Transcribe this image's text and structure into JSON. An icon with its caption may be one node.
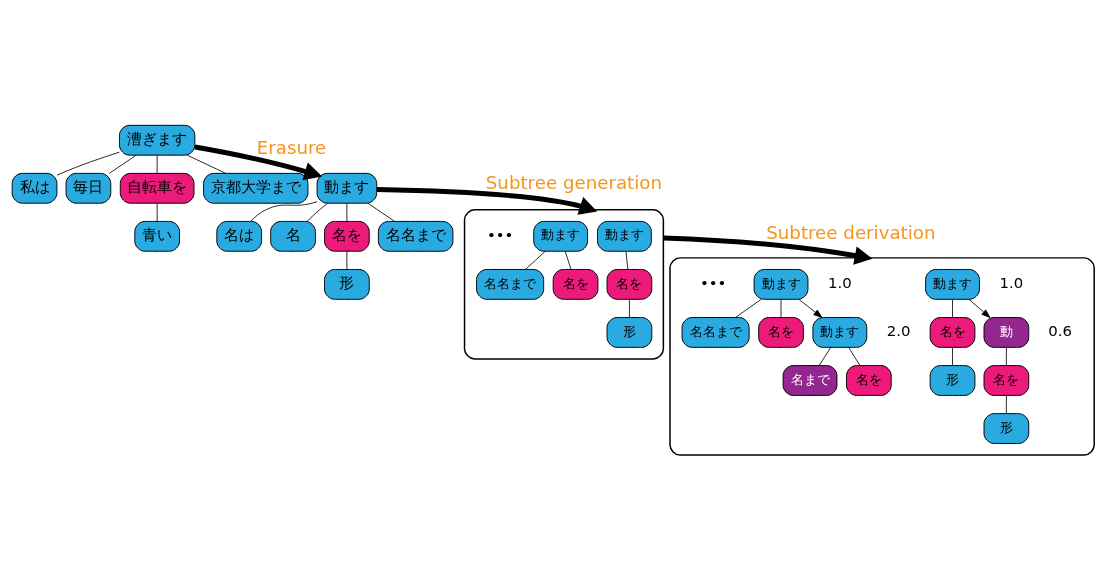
{
  "diagram": {
    "nodes": [
      {
        "text": [
          "漕ぎます"
        ]
      },
      {
        "text": [
          "私は"
        ]
      },
      {
        "text": [
          "毎日"
        ]
      },
      {
        "text": [
          "自転車を"
        ]
      },
      {
        "text": [
          "京都大学まで"
        ]
      },
      {
        "text": [
          "青い"
        ]
      },
      {
        "text": [
          "動ます"
        ]
      },
      {
        "text": [
          "名は"
        ]
      },
      {
        "text": [
          "名"
        ]
      },
      {
        "text": [
          "名を"
        ]
      },
      {
        "text": [
          "名名まで"
        ]
      },
      {
        "text": [
          "形"
        ]
      },
      {
        "text": [],
        "shape": "cloud"
      },
      {
        "text": [
          "動ます"
        ],
        "in": 12
      },
      {
        "text": [
          "名を"
        ],
        "in": 12
      },
      {
        "text": [
          "形"
        ],
        "in": 12
      },
      {
        "text": [
          "動ます"
        ],
        "in": 12
      },
      {
        "text": [
          "名名まで"
        ],
        "in": 12
      },
      {
        "text": [
          "名を"
        ],
        "in": 12
      },
      {
        "text": [],
        "shape": "cloud"
      },
      {
        "text": [
          "動ます"
        ],
        "in": 19,
        "beside": [
          "1.0"
        ]
      },
      {
        "text": [
          "名を"
        ],
        "in": 19
      },
      {
        "text": [
          "形"
        ],
        "in": 19
      },
      {
        "text": [
          "動"
        ],
        "in": 19,
        "beside": [
          "0.6"
        ]
      },
      {
        "text": [
          "名を"
        ],
        "in": 19
      },
      {
        "text": [
          "形"
        ],
        "in": 19
      },
      {
        "text": [
          "動ます"
        ],
        "in": 19,
        "beside": [
          "2.0"
        ]
      },
      {
        "text": [
          "名まで"
        ],
        "in": 19
      },
      {
        "text": [
          "名を"
        ],
        "in": 19
      },
      {
        "text": [
          "動ます"
        ],
        "in": 19,
        "beside": [
          "1.0"
        ]
      },
      {
        "text": [
          "名名まで"
        ],
        "in": 19
      },
      {
        "text": [
          "名を"
        ],
        "in": 19
      }
    ],
    "edges": [
      {
        "from": 0,
        "to": 1,
        "arrow": "none"
      },
      {
        "from": 0,
        "to": 2,
        "arrow": "none"
      },
      {
        "from": 0,
        "to": 3,
        "arrow": "none"
      },
      {
        "from": 0,
        "to": 4,
        "arrow": "none"
      },
      {
        "from": 3,
        "to": 5,
        "arrow": "none"
      },
      {
        "from": 0,
        "to": 6,
        "arrow": "to",
        "label": "Erasure",
        "style": "thick"
      },
      {
        "from": 6,
        "to": 7,
        "arrow": "none"
      },
      {
        "from": 6,
        "to": 8,
        "arrow": "none"
      },
      {
        "from": 6,
        "to": 9,
        "arrow": "none"
      },
      {
        "from": 6,
        "to": 10,
        "arrow": "none"
      },
      {
        "from": 9,
        "to": 11,
        "arrow": "none"
      },
      {
        "from": 6,
        "to": 12,
        "arrow": "to",
        "label": "Subtree generation",
        "style": "thick"
      },
      {
        "from": 13,
        "to": 14,
        "arrow": "none"
      },
      {
        "from": 14,
        "to": 15,
        "arrow": "none"
      },
      {
        "from": 16,
        "to": 17,
        "arrow": "none"
      },
      {
        "from": 16,
        "to": 18,
        "arrow": "none"
      },
      {
        "from": 12,
        "to": 19,
        "arrow": "to",
        "label": "Subtree derivation",
        "style": "thick"
      },
      {
        "from": 20,
        "to": 21,
        "arrow": "none"
      },
      {
        "from": 21,
        "to": 22,
        "arrow": "none"
      },
      {
        "from": 20,
        "to": 23,
        "arrow": "to"
      },
      {
        "from": 23,
        "to": 24,
        "arrow": "none"
      },
      {
        "from": 24,
        "to": 25,
        "arrow": "none"
      },
      {
        "from": 26,
        "to": 27,
        "arrow": "none"
      },
      {
        "from": 26,
        "to": 28,
        "arrow": "none"
      },
      {
        "from": 29,
        "to": 30,
        "arrow": "none"
      },
      {
        "from": 29,
        "to": 31,
        "arrow": "none"
      },
      {
        "from": 29,
        "to": 26,
        "arrow": "to"
      }
    ],
    "labels": [
      "•••",
      "•••"
    ]
  }
}
